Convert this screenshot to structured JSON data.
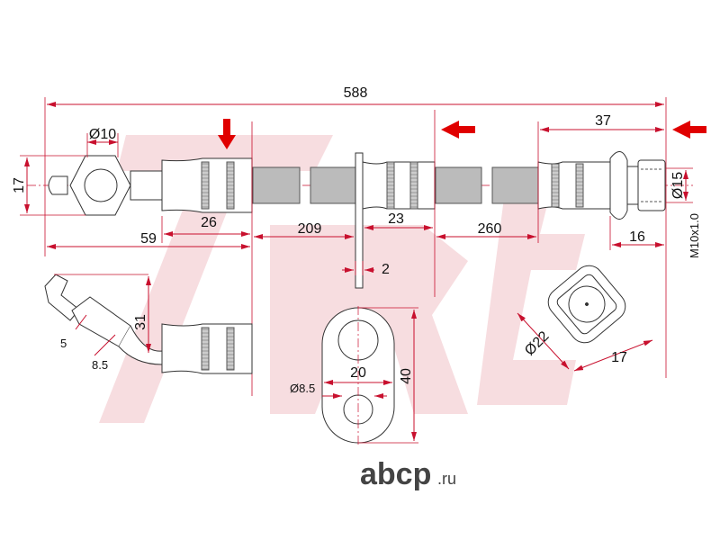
{
  "watermark": "7Rt",
  "dimensions": {
    "overall_length": "588",
    "eye_bore": "Ø10",
    "eye_height": "17",
    "ferrule_left": "26",
    "left_to_ferrule": "59",
    "hose_left": "209",
    "middle_ferrule": "23",
    "bracket_thickness": "2",
    "hose_right": "260",
    "right_fitting": "37",
    "nut_diameter": "Ø15",
    "thread": "M10x1.0",
    "nut_length": "16",
    "bent_length": "31",
    "bent_a": "5",
    "bent_b": "8.5",
    "bracket_width": "20",
    "bracket_height": "40",
    "bracket_hole": "Ø8.5",
    "flange_diameter": "Ø22",
    "flange_hex": "17"
  },
  "logo": {
    "brand": "abcp",
    "suffix": ".ru"
  },
  "colors": {
    "dimension": "#c8102e",
    "arrow": "#e00000",
    "watermark": "#f5d9dc"
  }
}
